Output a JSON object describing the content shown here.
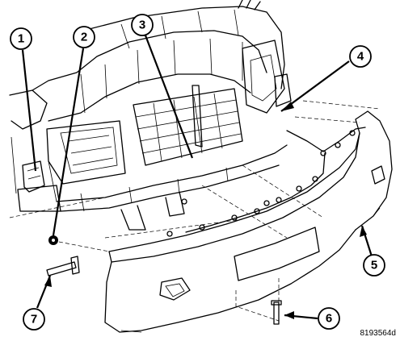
{
  "callouts": [
    {
      "id": "1",
      "label": "1"
    },
    {
      "id": "2",
      "label": "2"
    },
    {
      "id": "3",
      "label": "3"
    },
    {
      "id": "4",
      "label": "4"
    },
    {
      "id": "5",
      "label": "5"
    },
    {
      "id": "6",
      "label": "6"
    },
    {
      "id": "7",
      "label": "7"
    }
  ],
  "reference_code": "8193564d"
}
